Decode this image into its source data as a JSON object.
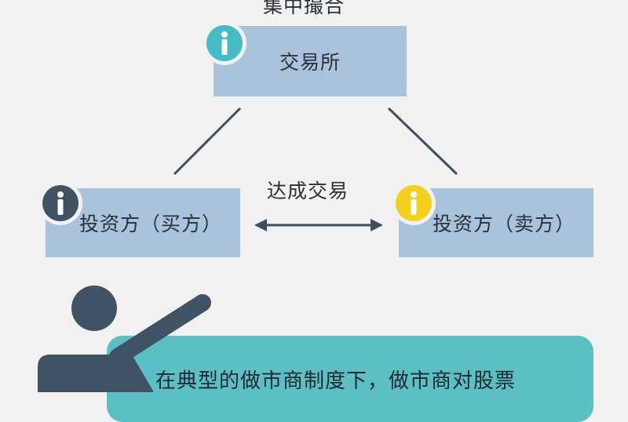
{
  "top_label": "集中撮合",
  "exchange": {
    "label": "交易所",
    "badge_color": "#45bcc4"
  },
  "buyer": {
    "label": "投资方（买方）",
    "badge_color": "#3f5364"
  },
  "seller": {
    "label": "投资方（卖方）",
    "badge_color": "#f3cf1f"
  },
  "middle_label": "达成交易",
  "icons": {
    "badge": "info-icon",
    "arrow": "double-arrow-icon",
    "presenter": "presenter-icon"
  },
  "colors": {
    "box": "#a9c3dc",
    "banner": "#5cbfc6",
    "line": "#3d4f5e"
  },
  "banner_text": "在典型的做市商制度下，做市商对股票"
}
